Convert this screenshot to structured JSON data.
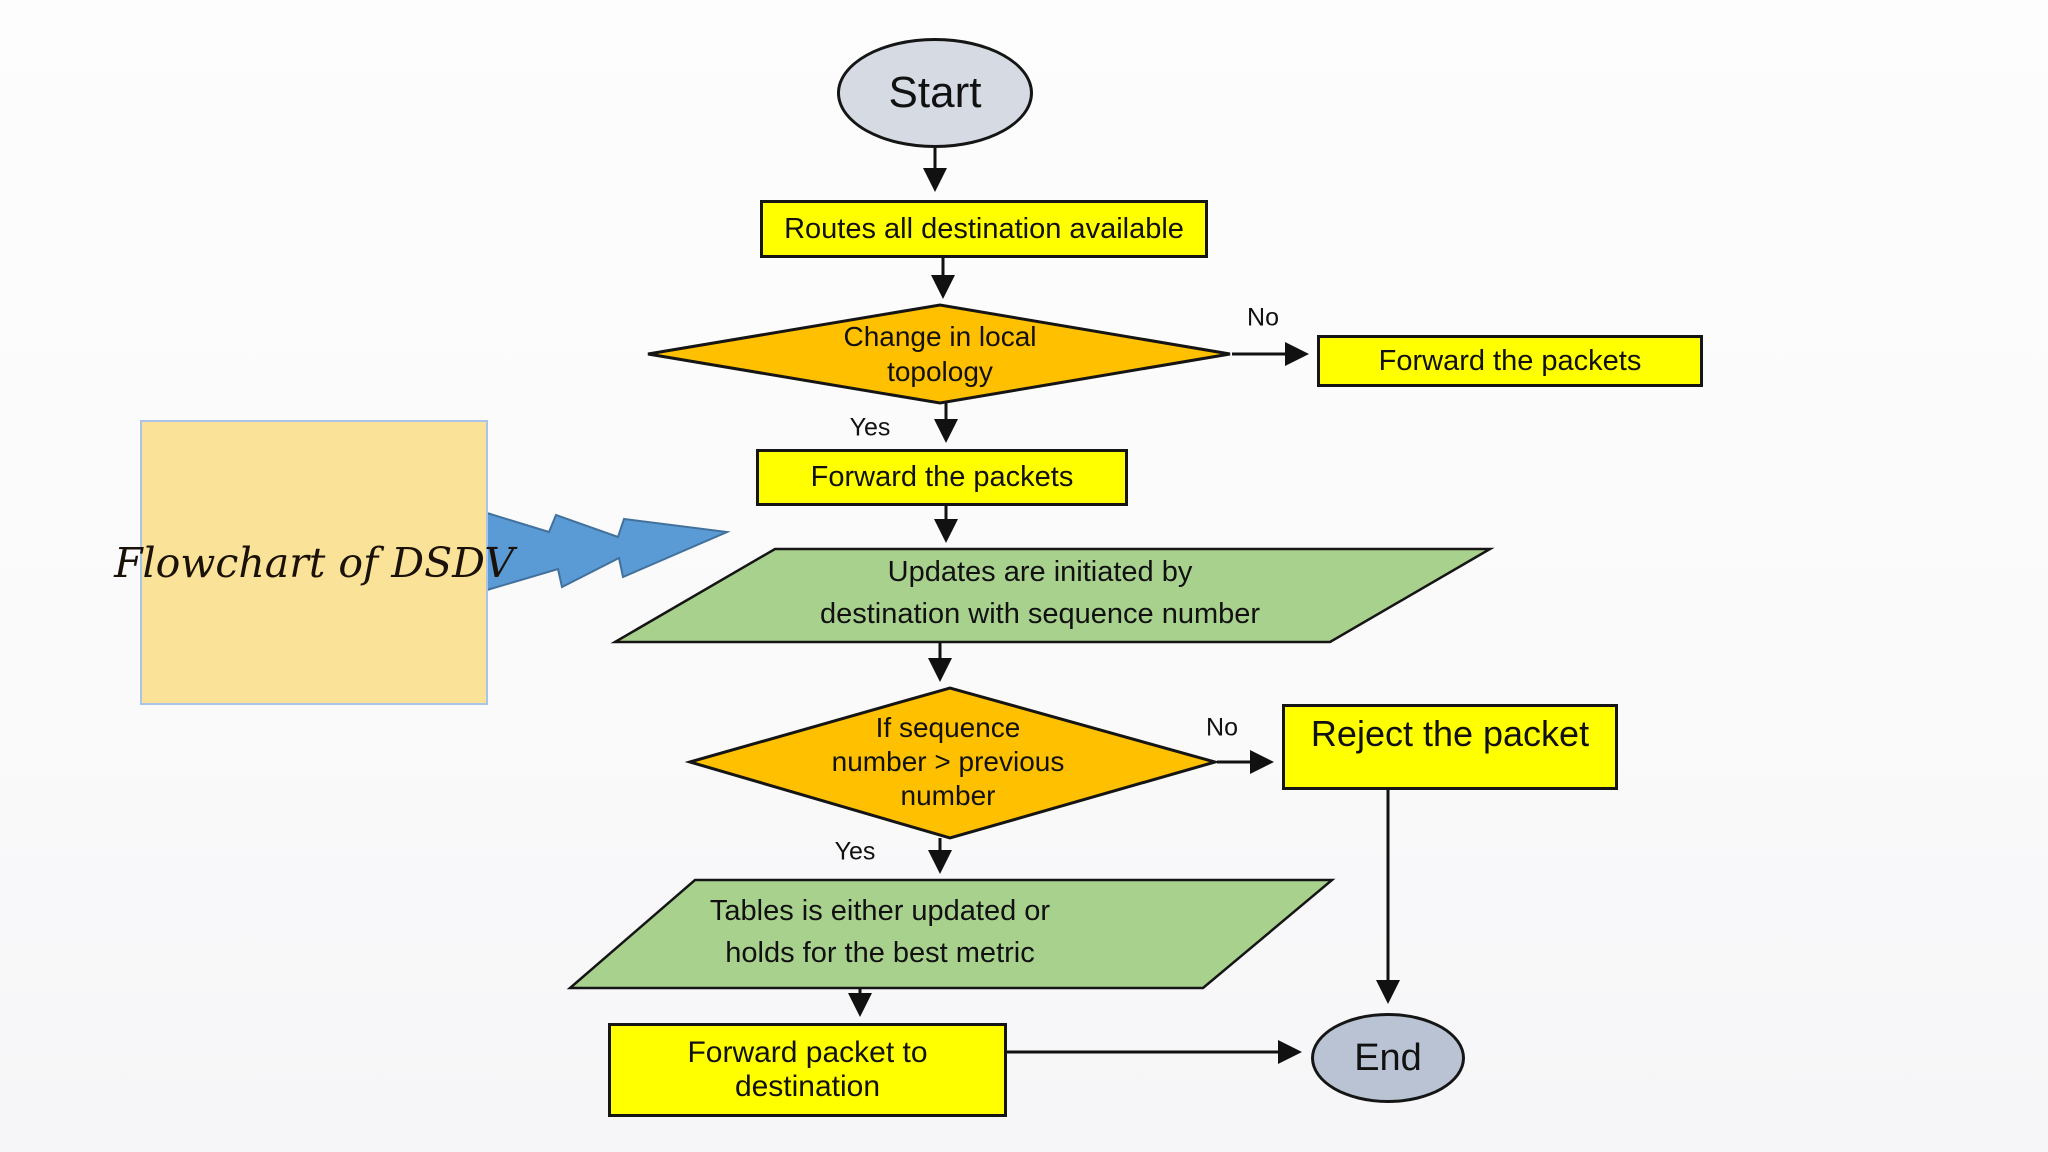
{
  "annotation": {
    "label": "Flowchart of DSDV"
  },
  "nodes": {
    "start": {
      "type": "terminator",
      "label": "Start"
    },
    "routes_available": {
      "type": "process",
      "label": "Routes all destination available"
    },
    "change_topology": {
      "type": "decision",
      "line1": "Change in local",
      "line2": "topology"
    },
    "forward_packets_no": {
      "type": "process",
      "label": "Forward the packets"
    },
    "forward_packets_yes": {
      "type": "process",
      "label": "Forward the packets"
    },
    "updates_initiated": {
      "type": "data",
      "line1": "Updates are initiated by",
      "line2": "destination with sequence number"
    },
    "sequence_check": {
      "type": "decision",
      "line1": "If sequence",
      "line2": "number > previous",
      "line3": "number"
    },
    "reject_packet": {
      "type": "process",
      "label": "Reject the packet"
    },
    "tables_updated": {
      "type": "data",
      "line1": "Tables is either updated or",
      "line2": "holds for the best metric"
    },
    "forward_to_destination": {
      "type": "process",
      "label": "Forward packet to destination"
    },
    "end": {
      "type": "terminator",
      "label": "End"
    }
  },
  "edge_labels": {
    "no1": "No",
    "yes1": "Yes",
    "no2": "No",
    "yes2": "Yes"
  },
  "colors": {
    "process_fill": "#FFFF00",
    "decision_fill": "#FFC000",
    "data_fill": "#A9D18E",
    "start_fill": "#D6DAE3",
    "end_fill": "#B9C3D3",
    "annotation_fill": "#FBE299",
    "annotation_border": "#A9C4E8",
    "lightning_bolt_fill": "#5B9BD5",
    "outline": "#151515"
  }
}
